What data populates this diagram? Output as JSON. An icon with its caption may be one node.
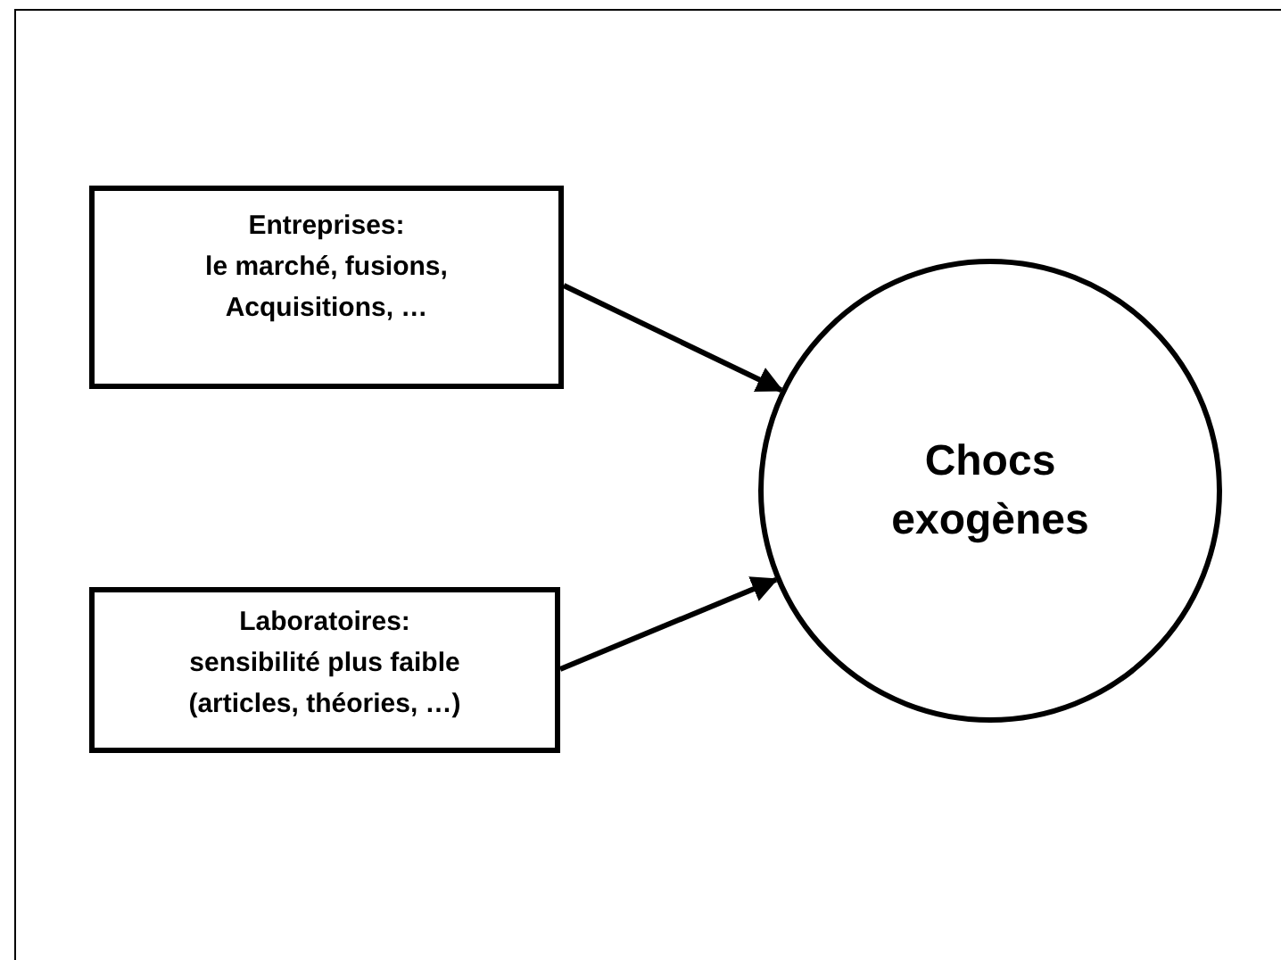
{
  "diagram": {
    "nodes": [
      {
        "text": [
          "Entreprises:",
          "le marché, fusions, Acquisitions, …"
        ]
      },
      {
        "text": [
          "Laboratoires:",
          "sensibilité plus faible (articles, théories, …)"
        ]
      },
      {
        "text": [
          "Chocs exogènes"
        ]
      }
    ],
    "edges": [
      {
        "from": 0,
        "to": 2,
        "arrow": "to"
      },
      {
        "from": 1,
        "to": 2,
        "arrow": "to"
      }
    ]
  }
}
